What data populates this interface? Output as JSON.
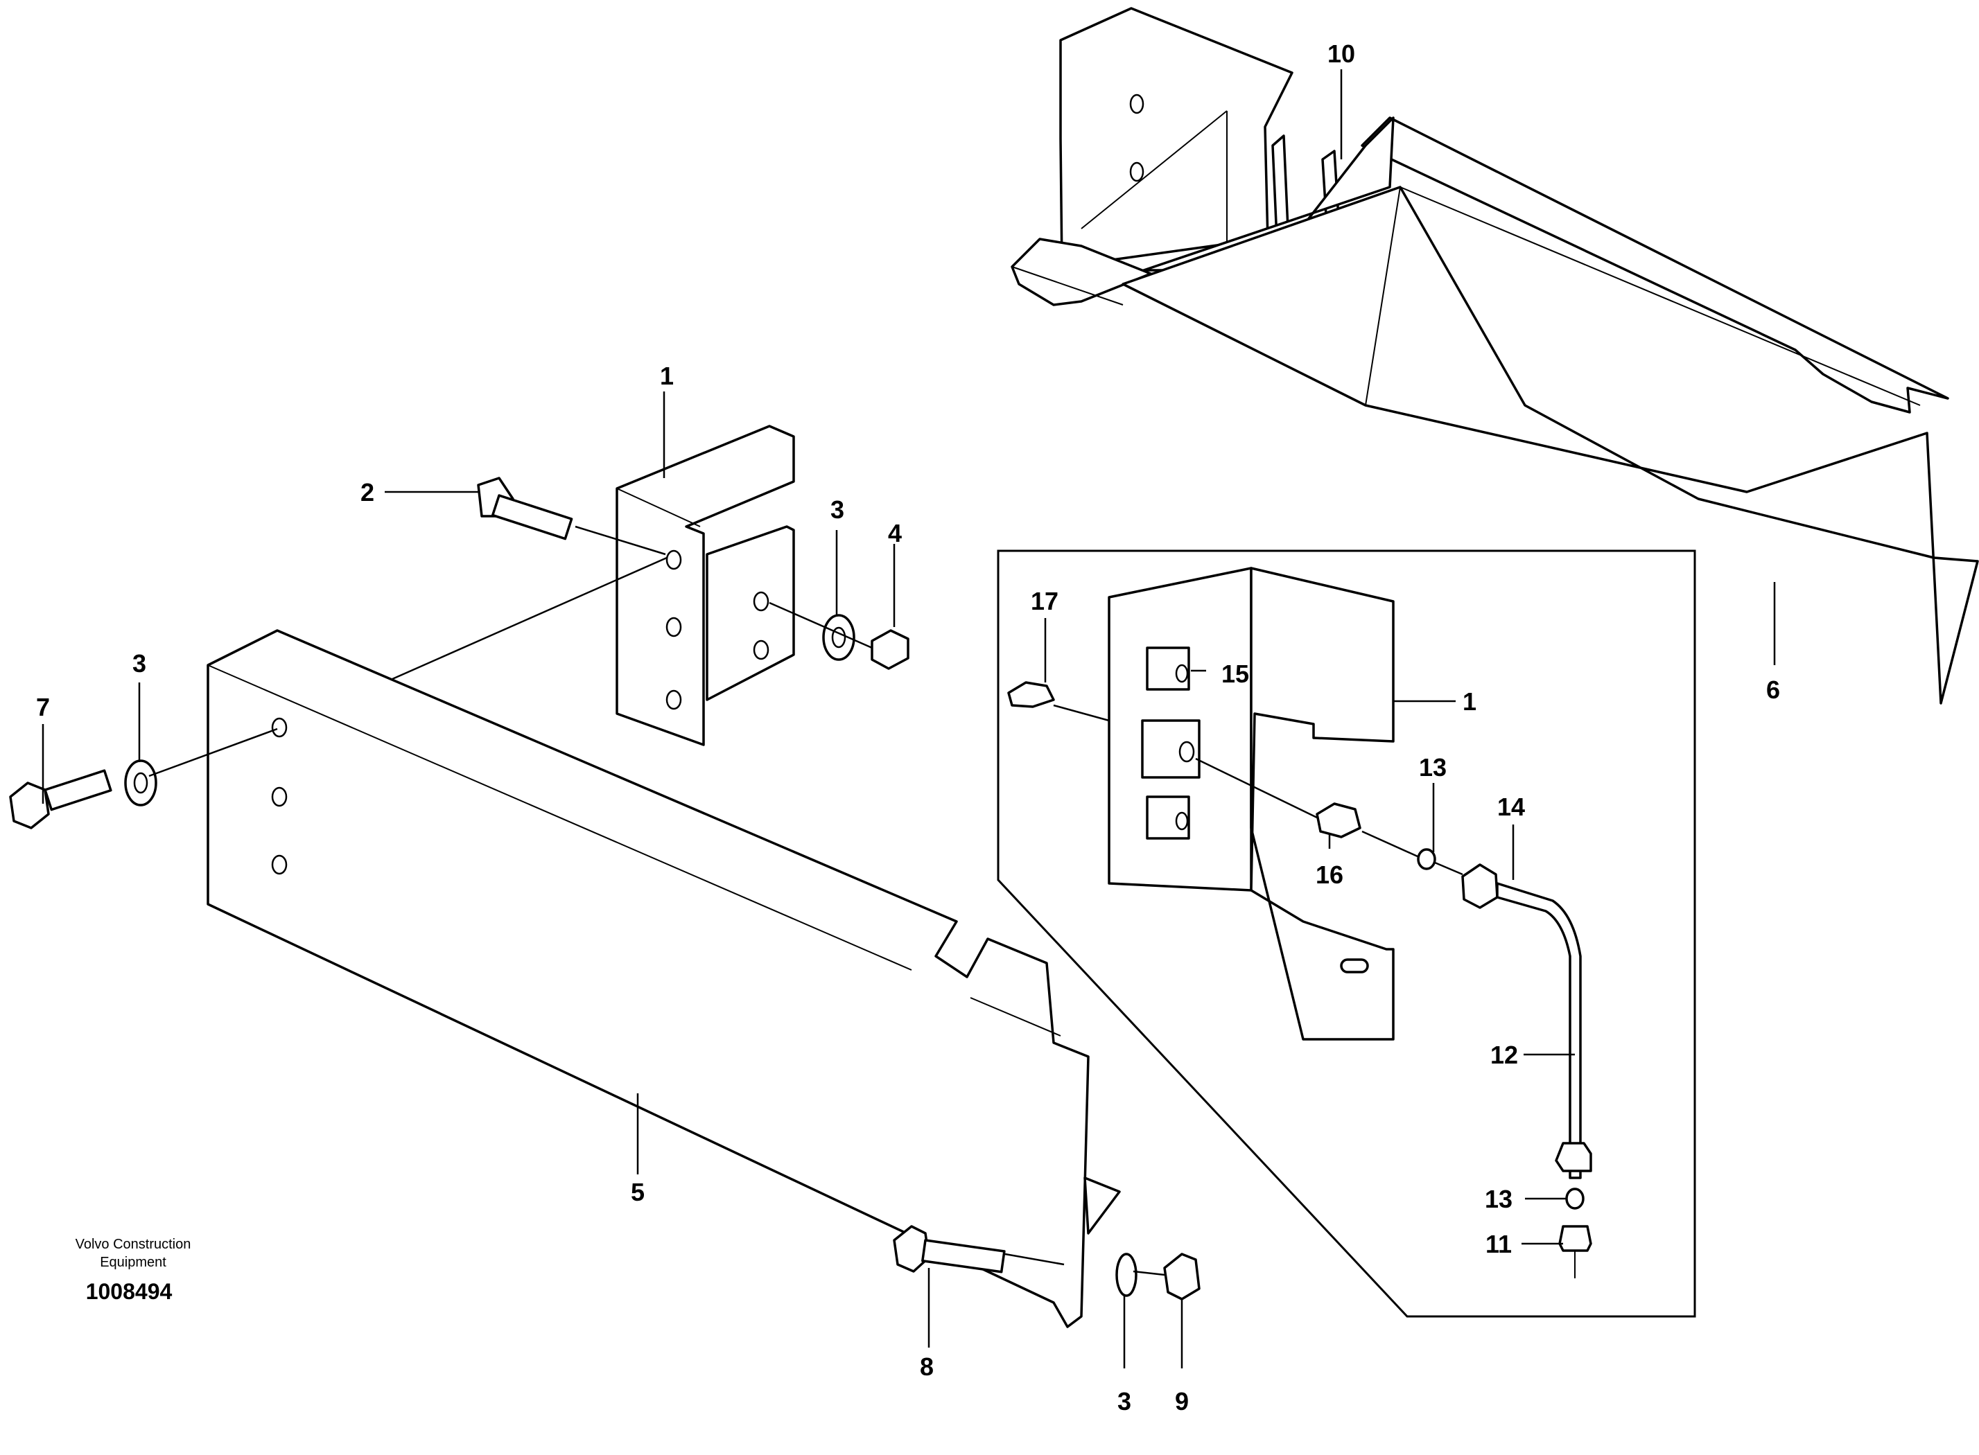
{
  "publisher": {
    "line1": "Volvo Construction",
    "line2": "Equipment",
    "doc_number": "1008494"
  },
  "callouts": {
    "c1_top": "1",
    "c2": "2",
    "c3_nut": "3",
    "c4": "4",
    "c3_left": "3",
    "c7": "7",
    "c5": "5",
    "c8": "8",
    "c3_bottom": "3",
    "c9": "9",
    "c10": "10",
    "c6": "6",
    "c17": "17",
    "c15": "15",
    "c1_detail": "1",
    "c13_upper": "13",
    "c14": "14",
    "c16": "16",
    "c12": "12",
    "c13_lower": "13",
    "c11": "11"
  }
}
